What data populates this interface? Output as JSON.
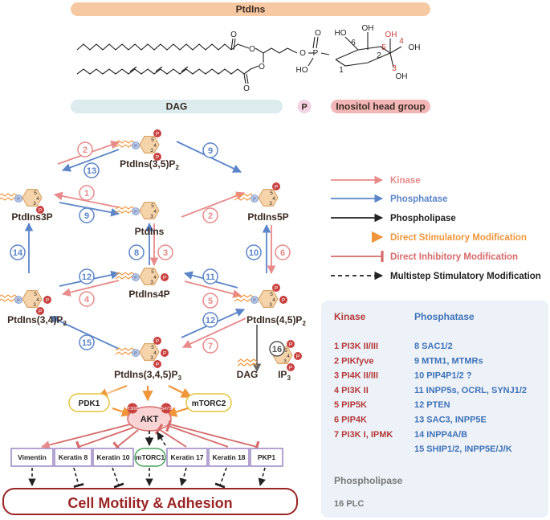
{
  "header": {
    "ptdins": "PtdIns",
    "dag": "DAG",
    "p": "P",
    "inositol": "Inositol head group"
  },
  "structure": {
    "ho_a": "HO",
    "oh_6": "OH",
    "oh_5": "OH",
    "oh_4": "OH",
    "num_6": "6",
    "num_5": "5",
    "num_4": "4",
    "num_3": "3",
    "num_2": "2",
    "num_1": "1",
    "oh_3": "OH",
    "ho_p": "HO",
    "o_p": "O",
    "o_link1": "O",
    "o_link2": "O",
    "o_ester1": "O",
    "o_ester2": "O",
    "o_glyc": "O",
    "p_atom": "P"
  },
  "lipids": {
    "p35": "PtdIns(3,5)P",
    "p3": "PtdIns3P",
    "pi": "PtdIns",
    "p5": "PtdIns5P",
    "p4": "PtdIns4P",
    "p34": "PtdIns(3,4)P",
    "p45": "PtdIns(4,5)P",
    "p345": "PtdIns(3,4,5)P",
    "sub2": "2",
    "sub3": "3",
    "dag": "DAG",
    "ip3": "IP"
  },
  "numbers": {
    "n1": "1",
    "n2": "2",
    "n3": "3",
    "n4": "4",
    "n5": "5",
    "n6": "6",
    "n7": "7",
    "n8": "8",
    "n9": "9",
    "n10": "10",
    "n11": "11",
    "n12": "12",
    "n13": "13",
    "n14": "14",
    "n15": "15",
    "n16": "16"
  },
  "ring": {
    "r3": "3",
    "r4": "4",
    "r5": "5",
    "p": "P"
  },
  "legend": {
    "kinase": "Kinase",
    "phosphatase": "Phosphatase",
    "phospholipase": "Phospholipase",
    "stim": "Direct Stimulatory Modification",
    "inhib": "Direct Inhibitory Modification",
    "multistep": "Multistep Stimulatory Modification"
  },
  "signaling": {
    "pdk1": "PDK1",
    "mtorc2": "mTORC2",
    "akt": "AKT",
    "t308": "T308",
    "s473": "S473",
    "vimentin": "Vimentin",
    "keratin8": "Keratin 8",
    "keratin10": "Keratin 10",
    "mtorc1": "mTORC1",
    "keratin17": "Keratin 17",
    "keratin18": "Keratin 18",
    "pkp1": "PKP1",
    "outcome": "Cell Motility & Adhesion"
  },
  "table": {
    "kinase_header": "Kinase",
    "phosphatase_header": "Phosphatase",
    "kinases": [
      "1 PI3K II/III",
      "2 PIKfyve",
      "3 PI4K II/III",
      "4 PI3K II",
      "5 PIP5K",
      "6 PIP4K",
      "7 PI3K I, IPMK"
    ],
    "phosphatases": [
      "8 SAC1/2",
      "9 MTM1, MTMRs",
      "10 PIP4P1/2 ?",
      "11 INPP5s, OCRL, SYNJ1/2",
      "12 PTEN",
      "13 SAC3, INPP5E",
      "14 INPP4A/B",
      "15 SHIP1/2, INPP5E/J/K"
    ],
    "phospholipase_header": "Phospholipase",
    "phospholipase": "16 PLC"
  },
  "colors": {
    "kinase": "#e88a8a",
    "phosphatase": "#5b85c8",
    "phospholipase": "#222222",
    "stimulatory": "#f0953a",
    "inhibitory": "#d66a6a",
    "ring_fill": "#f5d4ab",
    "ring_stroke": "#d9a56a",
    "phospho": "#c9413f",
    "lipid_label": "#3a2a22",
    "kinase_text": "#b33a3a",
    "phosphatase_text": "#3f72b8",
    "panel_bg": "#edf2f8",
    "outcome": "#9b2424"
  }
}
